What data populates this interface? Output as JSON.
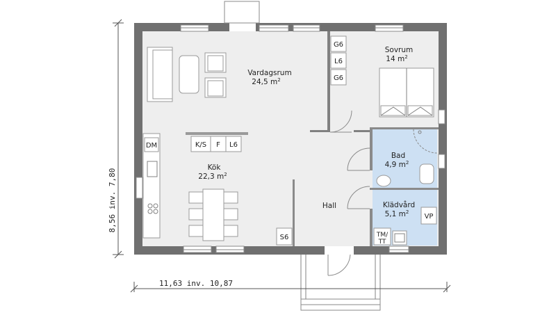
{
  "plan": {
    "colors": {
      "wall": "#707070",
      "floor": "#eeeeee",
      "wet_room": "#cde0f3",
      "furniture_stroke": "#9a9a9a"
    },
    "rooms": {
      "vardagsrum": {
        "name": "Vardagsrum",
        "area": "24,5 m",
        "sup": "2"
      },
      "sovrum": {
        "name": "Sovrum",
        "area": "14 m",
        "sup": "2"
      },
      "kok": {
        "name": "Kök",
        "area": "22,3 m",
        "sup": "2"
      },
      "bad": {
        "name": "Bad",
        "area": "4,9 m",
        "sup": "2"
      },
      "kladvard": {
        "name": "Klädvård",
        "area": "5,1 m",
        "sup": "2"
      },
      "hall": {
        "name": "Hall"
      }
    },
    "fixtures": {
      "g6_top": "G6",
      "l6_mid": "L6",
      "g6_bottom": "G6",
      "ks": "K/S",
      "f": "F",
      "l6_kitchen": "L6",
      "dm": "DM",
      "s6": "S6",
      "vp": "VP",
      "tm": "TM/",
      "tt": "TT"
    },
    "dimensions": {
      "width": "11,63 inv. 10,87",
      "height": "8,56 inv. 7,80"
    }
  }
}
